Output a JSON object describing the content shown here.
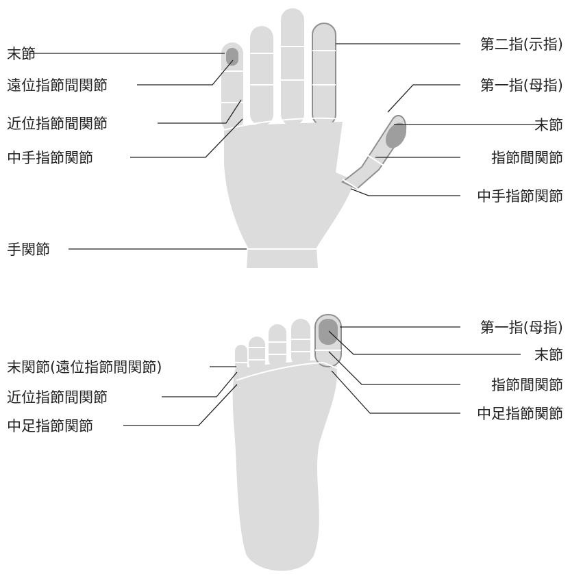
{
  "hand": {
    "labels": {
      "matsusetsu_left": "末節",
      "dip": "遠位指節間関節",
      "pip": "近位指節間関節",
      "mp": "中手指節関節",
      "wrist": "手関節",
      "second_finger": "第二指(示指)",
      "first_finger": "第一指(母指)",
      "matsusetsu_thumb": "末節",
      "ip": "指節間関節",
      "mp_thumb": "中手指節関節"
    }
  },
  "foot": {
    "labels": {
      "distal_joint": "末関節(遠位指節間関節)",
      "pip": "近位指節間関節",
      "mtp": "中足指節関節",
      "first_toe": "第一指(母指)",
      "matsusetsu": "末節",
      "ip": "指節間関節",
      "mtp_right": "中足指節関節"
    }
  },
  "colors": {
    "skin": "#dcdcdc",
    "highlight_outline": "#8e8e8e",
    "nail": "#9e9e9e",
    "joint_line": "#ffffff",
    "text": "#222222"
  }
}
